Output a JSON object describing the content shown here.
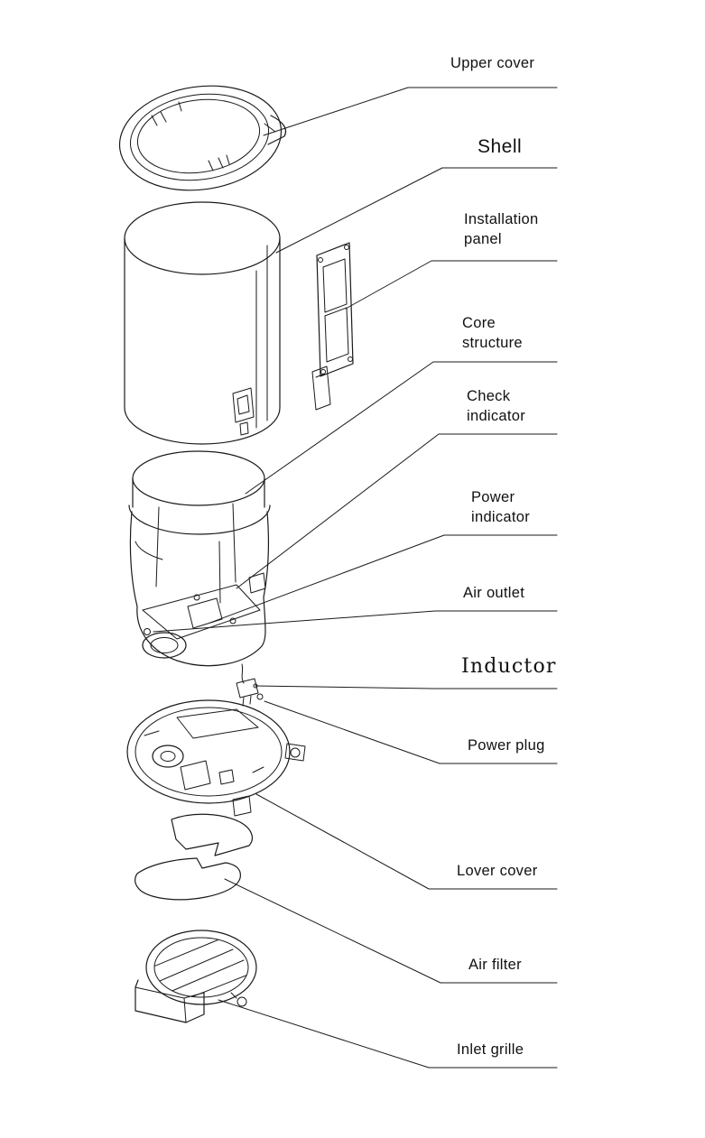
{
  "diagram": {
    "labels": [
      {
        "id": "upper-cover",
        "text": "Upper cover"
      },
      {
        "id": "shell",
        "text": "Shell"
      },
      {
        "id": "installation-panel",
        "text": "Installation\npanel"
      },
      {
        "id": "core-structure",
        "text": "Core\nstructure"
      },
      {
        "id": "check-indicator",
        "text": "Check\nindicator"
      },
      {
        "id": "power-indicator",
        "text": "Power\nindicator"
      },
      {
        "id": "air-outlet",
        "text": "Air outlet"
      },
      {
        "id": "inductor",
        "text": "Inductor"
      },
      {
        "id": "power-plug",
        "text": "Power plug"
      },
      {
        "id": "lover-cover",
        "text": "Lover cover"
      },
      {
        "id": "air-filter",
        "text": "Air filter"
      },
      {
        "id": "inlet-grille",
        "text": "Inlet grille"
      }
    ],
    "colors": {
      "line": "#1a1a1a",
      "background": "#ffffff"
    }
  }
}
